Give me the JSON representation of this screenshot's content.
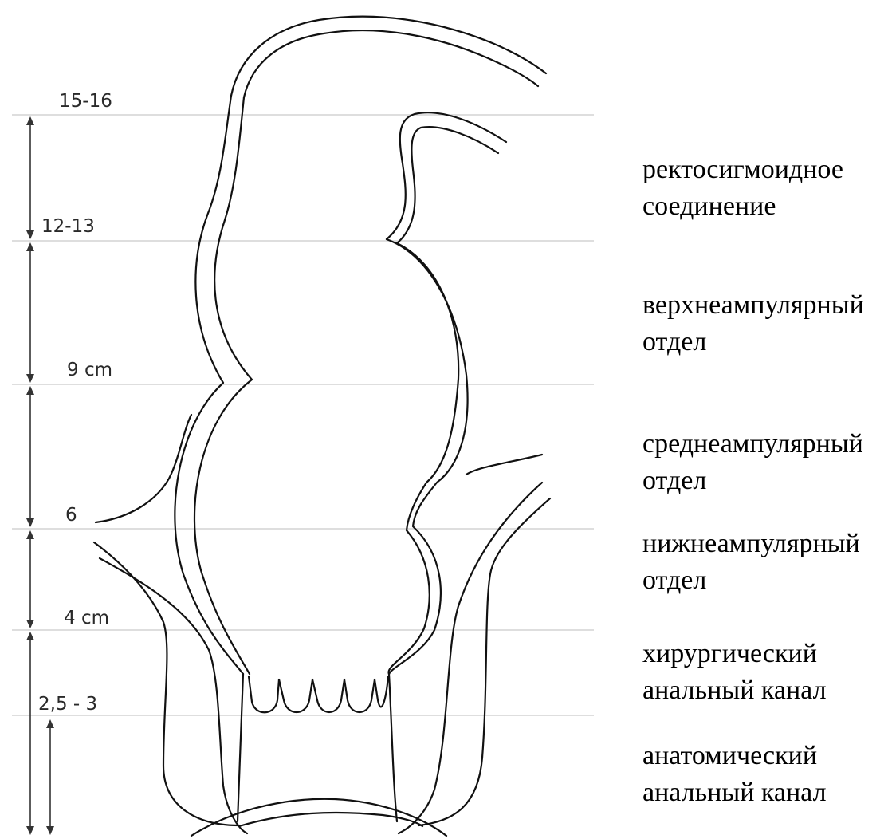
{
  "measurements": {
    "m1": "15-16",
    "m2": "12-13",
    "m3": "9 cm",
    "m4": "6",
    "m5": "4 cm",
    "m6": "2,5 - 3"
  },
  "sections": [
    {
      "line1": "ректосигмоидное",
      "line2": "соединение"
    },
    {
      "line1": "верхнеампулярный",
      "line2": "отдел"
    },
    {
      "line1": "среднеампулярный",
      "line2": "отдел"
    },
    {
      "line1": "нижнеампулярный",
      "line2": "отдел"
    },
    {
      "line1": "хирургический",
      "line2": "анальный канал"
    },
    {
      "line1": "анатомический",
      "line2": "анальный канал"
    }
  ]
}
